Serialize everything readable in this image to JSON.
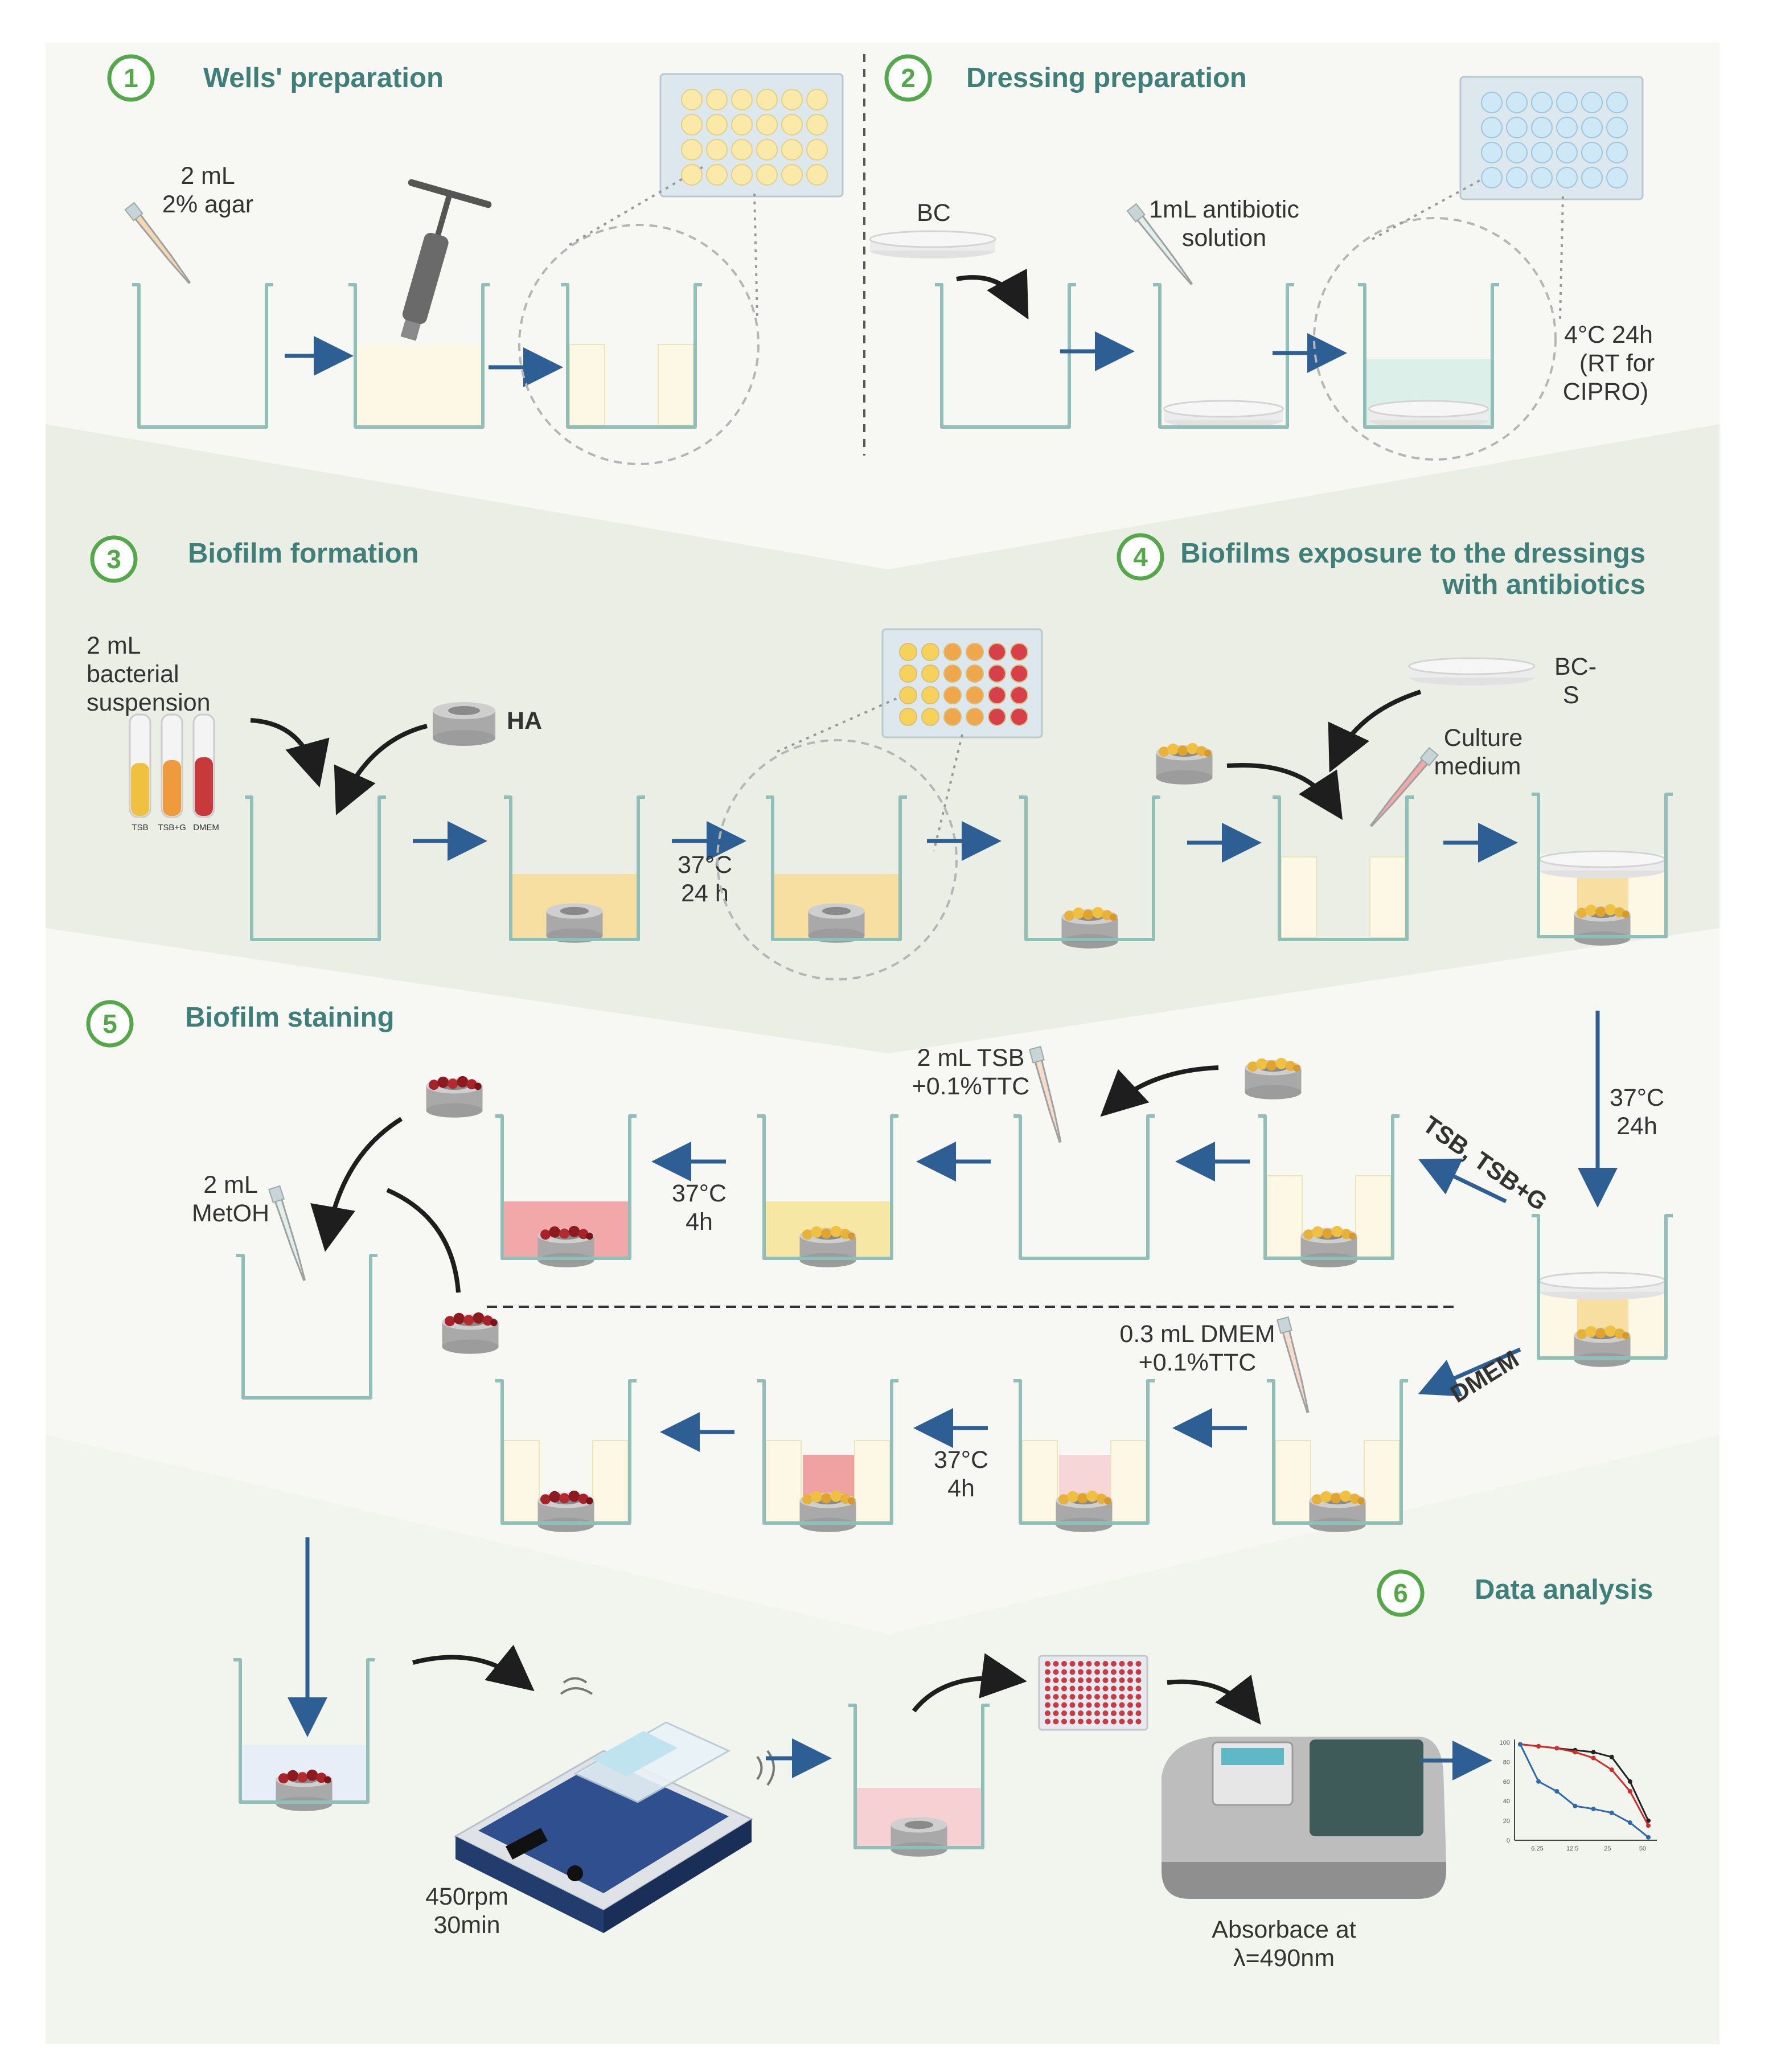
{
  "colors": {
    "background": "#f7f7f4",
    "band": "#ebeee4",
    "accent_title": "#3f7f7a",
    "step_circle": "#55a84a",
    "arrow_blue": "#2e5f94",
    "well_outline": "#8fbfb8",
    "agar": "#fdf8e6",
    "bacterial_yellow": "#f6dfa0",
    "ttc_red": "#f2a7a9",
    "biofilm_gold": "#e8b13a",
    "biofilm_red": "#a8222a"
  },
  "steps": [
    {
      "number": "1",
      "title": "Wells' preparation"
    },
    {
      "number": "2",
      "title": "Dressing preparation"
    },
    {
      "number": "3",
      "title": "Biofilm formation"
    },
    {
      "number": "4",
      "title_line1": "Biofilms exposure to the dressings",
      "title_line2": "with antibiotics"
    },
    {
      "number": "5",
      "title": "Biofilm staining"
    },
    {
      "number": "6",
      "title": "Data analysis"
    }
  ],
  "labels": {
    "agar_l1": "2 mL",
    "agar_l2": "2% agar",
    "bc": "BC",
    "antibiotic_l1": "1mL antibiotic",
    "antibiotic_l2": "solution",
    "storage_l1": "4°C 24h",
    "storage_l2": "(RT for",
    "storage_l3": "CIPRO)",
    "bact_l1": "2 mL",
    "bact_l2": "bacterial",
    "bact_l3": "suspension",
    "tube1": "TSB",
    "tube2": "TSB+G",
    "tube3": "DMEM",
    "ha": "HA",
    "incub1_l1": "37°C",
    "incub1_l2": "24 h",
    "bcs_l1": "BC-",
    "bcs_l2": "S",
    "culture_l1": "Culture",
    "culture_l2": "medium",
    "incub2_l1": "37°C",
    "incub2_l2": "24h",
    "tsb_route": "TSB, TSB+G",
    "dmem_route": "DMEM",
    "tsb_ttc_l1": "2 mL TSB",
    "tsb_ttc_l2": "+0.1%TTC",
    "dmem_ttc_l1": "0.3 mL DMEM",
    "dmem_ttc_l2": "+0.1%TTC",
    "incub3_l1": "37°C",
    "incub3_l2": "4h",
    "incub4_l1": "37°C",
    "incub4_l2": "4h",
    "metoh_l1": "2 mL",
    "metoh_l2": "MetOH",
    "shaker_l1": "450rpm",
    "shaker_l2": "30min",
    "absorbance_l1": "Absorbace at",
    "absorbance_l2": "λ=490nm"
  },
  "chart_data": {
    "type": "line",
    "x_tick_labels": [
      "6.25",
      "12.5",
      "25",
      "50"
    ],
    "y_tick_labels": [
      "0",
      "20",
      "40",
      "60",
      "80",
      "100"
    ],
    "ylim": [
      0,
      100
    ],
    "series": [
      {
        "color": "#222222",
        "values": [
          98,
          96,
          94,
          92,
          90,
          85,
          60,
          20
        ]
      },
      {
        "color": "#d22b2b",
        "values": [
          98,
          96,
          94,
          90,
          84,
          72,
          50,
          15
        ]
      },
      {
        "color": "#2d68b0",
        "values": [
          98,
          60,
          50,
          35,
          32,
          28,
          18,
          3
        ]
      }
    ]
  }
}
